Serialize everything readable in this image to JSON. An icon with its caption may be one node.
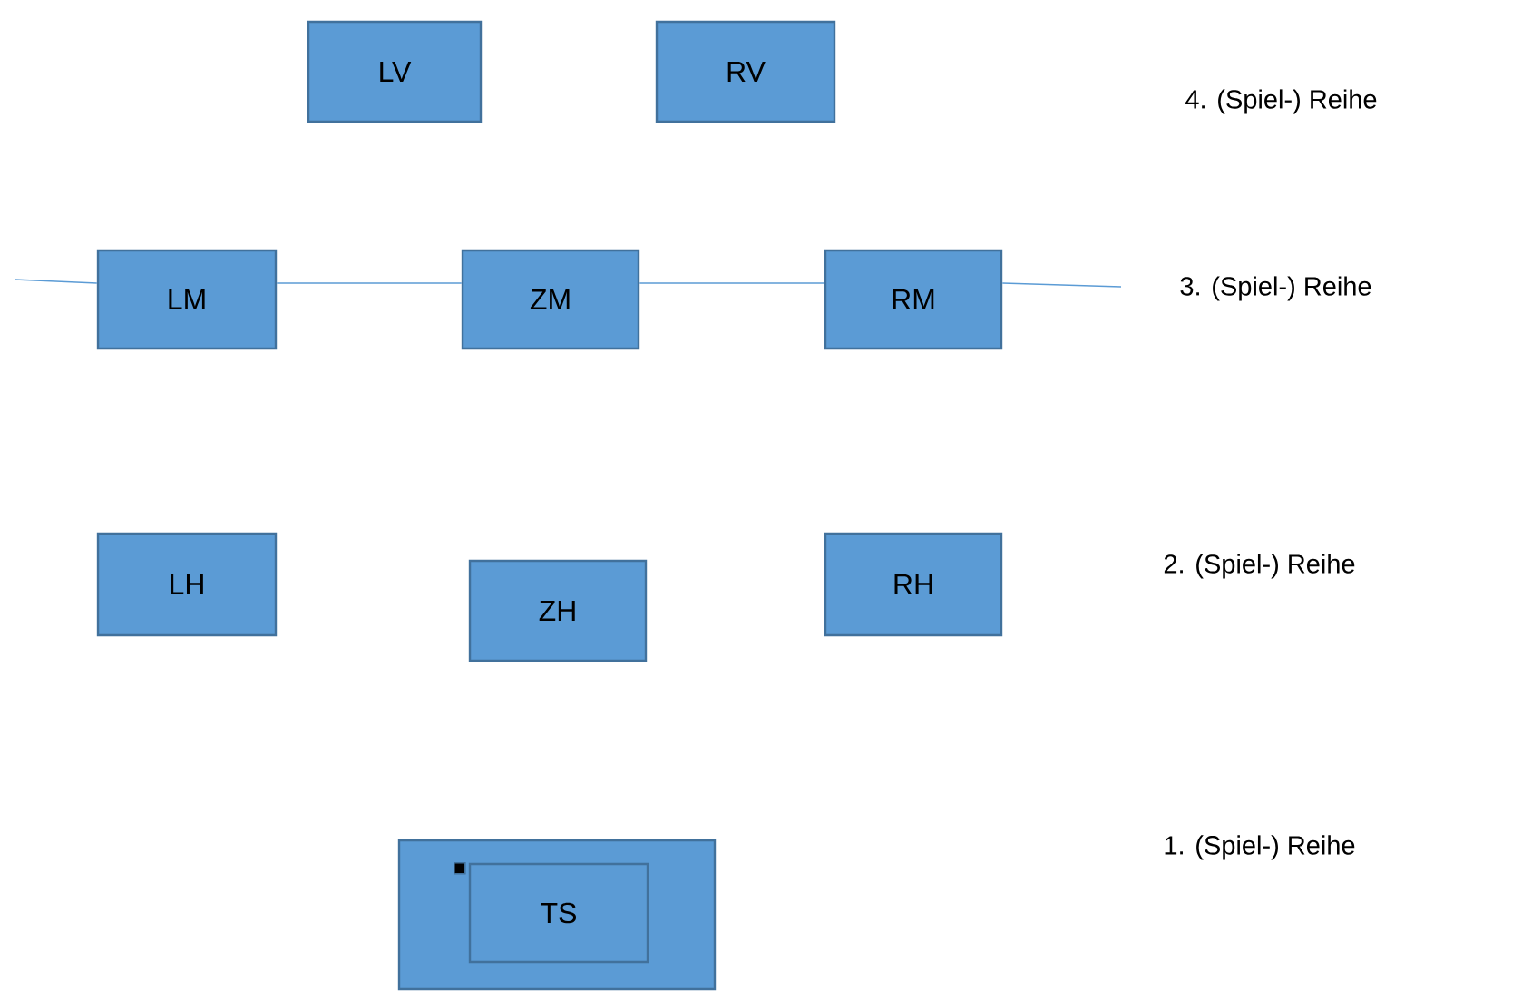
{
  "diagram": {
    "nodes": [
      {
        "text": [
          "LV"
        ]
      },
      {
        "text": [
          "RV"
        ]
      },
      {
        "text": [
          "LM"
        ]
      },
      {
        "text": [
          "ZM"
        ]
      },
      {
        "text": [
          "RM"
        ]
      },
      {
        "text": [
          "LH"
        ]
      },
      {
        "text": [
          "ZH"
        ]
      },
      {
        "text": [
          "RH"
        ]
      },
      {
        "text": [],
        "shape": "box"
      },
      {
        "text": [
          "TS"
        ],
        "in": 8
      }
    ],
    "edges": [
      {
        "from": null,
        "to": 2,
        "arrow": "none"
      },
      {
        "from": 2,
        "to": 3,
        "arrow": "none"
      },
      {
        "from": 3,
        "to": 4,
        "arrow": "none"
      },
      {
        "from": 4,
        "to": null,
        "arrow": "none"
      }
    ],
    "labels": [
      "4. (Spiel-) Reihe",
      "3. (Spiel-) Reihe",
      "2. (Spiel-) Reihe",
      "1. (Spiel-) Reihe"
    ]
  }
}
